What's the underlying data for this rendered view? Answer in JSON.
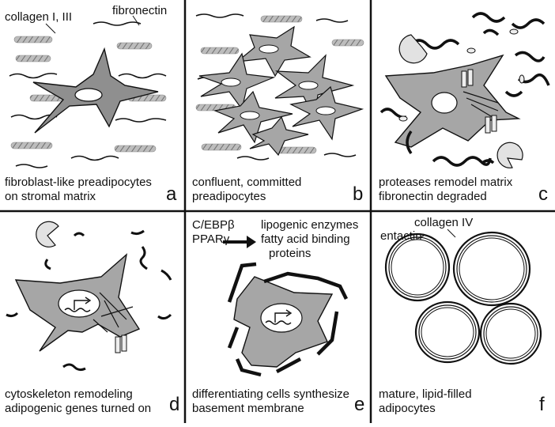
{
  "panels": {
    "a": {
      "letter": "a",
      "caption": [
        "fibroblast-like preadipocytes",
        "on stromal matrix"
      ],
      "labels": {
        "collagen": "collagen I, III",
        "fibronectin": "fibronectin"
      }
    },
    "b": {
      "letter": "b",
      "caption": [
        "confluent, committed",
        "preadipocytes"
      ]
    },
    "c": {
      "letter": "c",
      "caption": [
        "proteases remodel matrix",
        "fibronectin degraded"
      ]
    },
    "d": {
      "letter": "d",
      "caption": [
        "cytoskeleton remodeling",
        "adipogenic genes turned on"
      ]
    },
    "e": {
      "letter": "e",
      "caption": [
        "differentiating cells synthesize",
        "basement membrane"
      ],
      "factors": [
        "C/EBPβ",
        "PPARγ"
      ],
      "products": [
        "lipogenic enzymes",
        "fatty acid binding",
        "proteins"
      ]
    },
    "f": {
      "letter": "f",
      "caption": [
        "mature, lipid-filled",
        "adipocytes"
      ],
      "labels": {
        "collagen": "collagen IV",
        "entactin": "entactin"
      }
    }
  },
  "colors": {
    "cell": "#9a9a9a",
    "cell_light": "#bdbdbd",
    "line": "#111111",
    "collagen": "#aaaaaa"
  }
}
